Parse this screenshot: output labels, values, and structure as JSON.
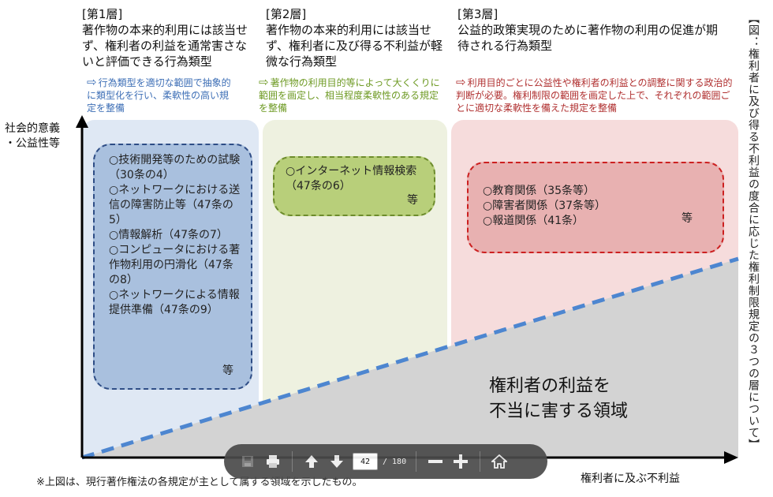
{
  "colors": {
    "layer1_panel": "#dfe8f4",
    "layer2_panel": "#eef1e0",
    "layer3_panel": "#f6dcdc",
    "layer1_box_fill": "#a9c0de",
    "layer1_box_border": "#2e4d86",
    "layer2_box_fill": "#b8cf7a",
    "layer2_box_border": "#6d8c2c",
    "layer3_box_fill": "#e8b1b1",
    "layer3_box_border": "#cc2020",
    "layer1_note": "#3e6fb6",
    "layer2_note": "#6e9a24",
    "layer3_note": "#b03030",
    "gray_area": "#d3d3d3",
    "dashed_line": "#4d86d0"
  },
  "vertical_title": "【図：権利者に及び得る不利益の度合に応じた権利制限規定の３つの層について】",
  "y_axis_label": "社会的意義\n・公益性等",
  "x_axis_label": "権利者に及ぶ不利益",
  "footnote": "※上図は、現行著作権法の各規定が主として属する領域を示したもの。",
  "gray_area_label": "権利者の利益を\n不当に害する領域",
  "layers": [
    {
      "title": "[第1層]",
      "description": "著作物の本来的利用には該当せず、権利者の利益を通常害さないと評価できる行為類型",
      "note": "行為類型を適切な範囲で抽象的に類型化を行い、柔軟性の高い規定を整備",
      "items": [
        "○技術開発等のための試験（30条の4）",
        "○ネットワークにおける送信の障害防止等（47条の5）",
        "○情報解析（47条の7）",
        "○コンピュータにおける著作物利用の円滑化（47条の8）",
        "○ネットワークによる情報提供準備（47条の9）"
      ],
      "etc": "等"
    },
    {
      "title": "[第2層]",
      "description": "著作物の本来的利用には該当せず、権利者に及び得る不利益が軽微な行為類型",
      "note": "著作物の利用目的等によって大くくりに範囲を画定し、相当程度柔軟性のある規定を整備",
      "items": [
        "○インターネット情報検索（47条の6）"
      ],
      "etc": "等"
    },
    {
      "title": "[第3層]",
      "description": "公益的政策実現のために著作物の利用の促進が期待される行為類型",
      "note": "利用目的ごとに公益性や権利者の利益との調整に関する政治的判断が必要。権利制限の範囲を画定した上で、それぞれの範囲ごとに適切な柔軟性を備えた規定を整備",
      "items": [
        "○教育関係（35条等）",
        "○障害者関係（37条等）",
        "○報道関係（41条）"
      ],
      "etc": "等"
    }
  ],
  "toolbar": {
    "page_current": "42",
    "page_total": "/ 180",
    "icons": [
      "save-icon",
      "print-icon",
      "page-up-icon",
      "page-down-icon",
      "zoom-out-icon",
      "zoom-in-icon",
      "home-icon"
    ]
  }
}
